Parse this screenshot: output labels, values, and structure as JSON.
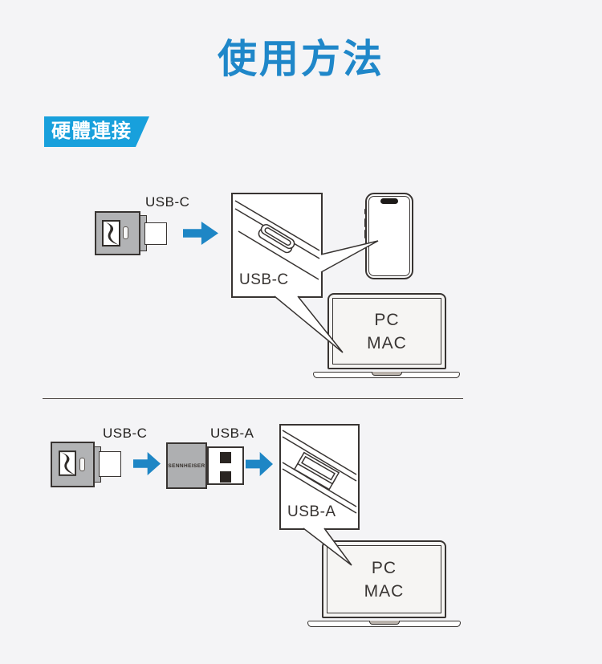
{
  "page": {
    "title": "使用方法"
  },
  "section": {
    "label": "硬體連接"
  },
  "colors": {
    "title_blue": "#1f87c9",
    "banner_blue": "#18a0dc",
    "arrow_blue": "#1e86c5",
    "line_dark": "#383432",
    "background": "#f4f4f6"
  },
  "diagram_usb_c": {
    "dongle_label": "USB-C",
    "port_label": "USB-C",
    "computer_line1": "PC",
    "computer_line2": "MAC"
  },
  "diagram_usb_a": {
    "dongle_label": "USB-C",
    "adapter_label": "USB-A",
    "adapter_brand": "SENNHEISER",
    "port_label": "USB-A",
    "computer_line1": "PC",
    "computer_line2": "MAC"
  }
}
